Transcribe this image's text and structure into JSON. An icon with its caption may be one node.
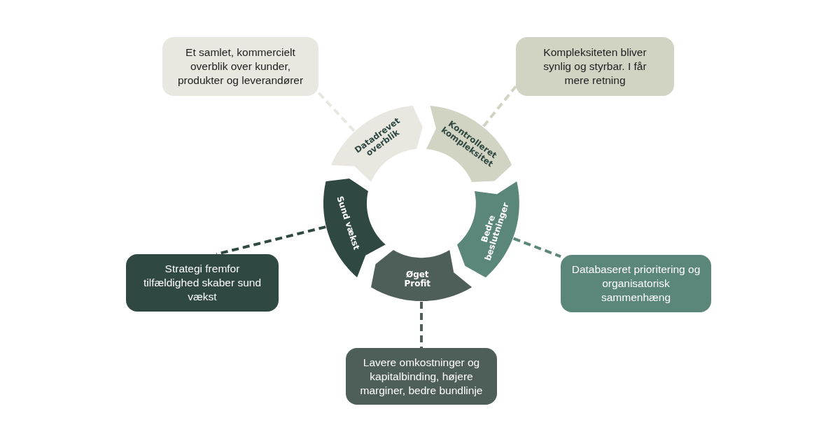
{
  "diagram": {
    "nodes": [
      {
        "text": [
          "Datadrevet overblik"
        ]
      },
      {
        "text": [
          "Kontrolleret kompleksitet"
        ]
      },
      {
        "text": [
          "Bedre beslutninger"
        ]
      },
      {
        "text": [
          "Øget Profit"
        ]
      },
      {
        "text": [
          "Sund vækst"
        ]
      },
      {
        "text": [
          "Et samlet, kommercielt overblik over kunder, produkter og leverandører"
        ]
      },
      {
        "text": [
          "Kompleksiteten bliver synlig og styrbar. I får mere retning"
        ]
      },
      {
        "text": [
          "Databaseret prioritering og organisatorisk sammenhæng"
        ]
      },
      {
        "text": [
          "Lavere omkostninger og kapitalbinding, højere marginer, bedre bundlinje"
        ]
      },
      {
        "text": [
          "Strategi fremfor tilfældighed skaber sund vækst"
        ]
      }
    ],
    "edges": [
      {
        "from": 0,
        "to": 5,
        "arrow": "none",
        "style": "dashed",
        "color": "#e8e8e1"
      },
      {
        "from": 1,
        "to": 6,
        "arrow": "none",
        "style": "dashed",
        "color": "#d1d3c3"
      },
      {
        "from": 2,
        "to": 7,
        "arrow": "none",
        "style": "dashed",
        "color": "#5b877a"
      },
      {
        "from": 3,
        "to": 8,
        "arrow": "none",
        "style": "dashed",
        "color": "#4e5f59"
      },
      {
        "from": 4,
        "to": 9,
        "arrow": "none",
        "style": "dashed",
        "color": "#2f4842"
      }
    ]
  }
}
